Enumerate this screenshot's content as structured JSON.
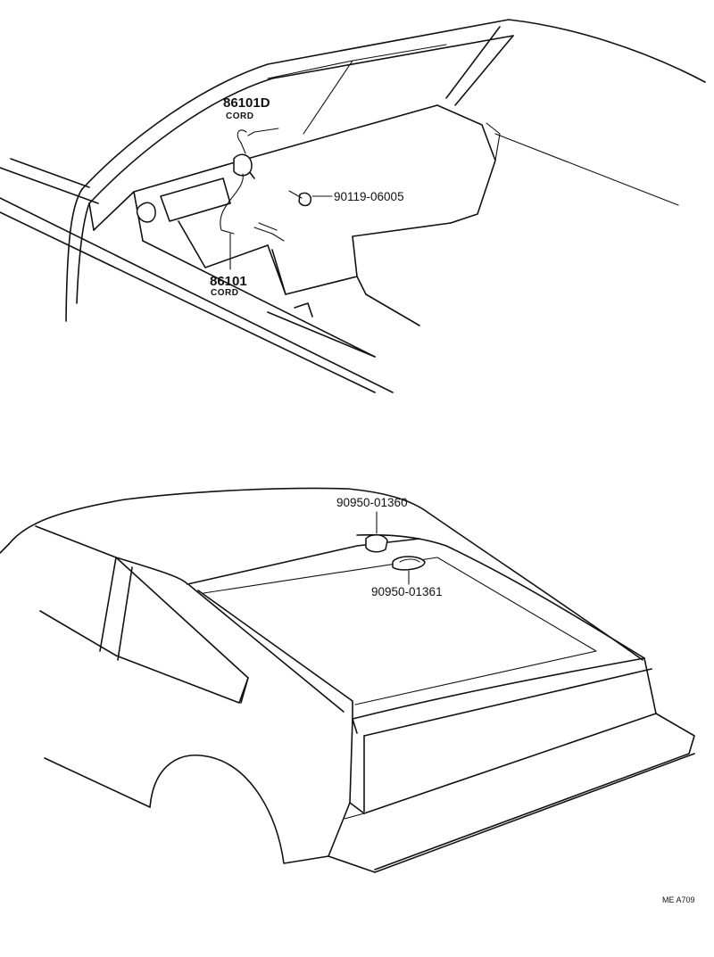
{
  "diagram": {
    "top_view": {
      "callouts": [
        {
          "part_number": "86101D",
          "name": "CORD"
        },
        {
          "part_number": "90119-06005",
          "name": ""
        },
        {
          "part_number": "86101",
          "name": "CORD"
        }
      ]
    },
    "bottom_view": {
      "callouts": [
        {
          "part_number": "90950-01360",
          "name": ""
        },
        {
          "part_number": "90950-01361",
          "name": ""
        }
      ]
    },
    "figure_code": "ME  A709"
  }
}
